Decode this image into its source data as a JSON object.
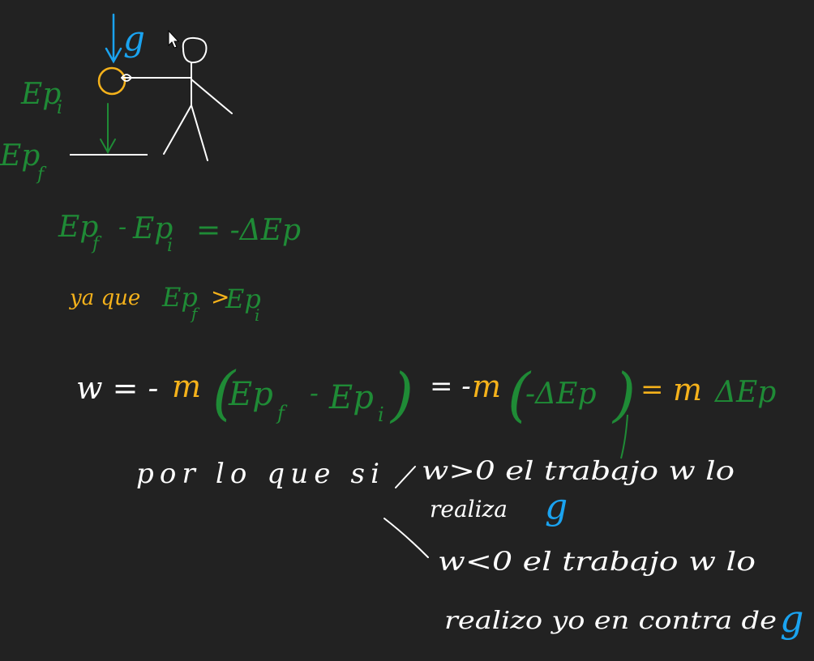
{
  "colors": {
    "background": "#222222",
    "white": "#ffffff",
    "green": "#1f8b36",
    "orange": "#f5b21b",
    "blue": "#1aa3f0"
  },
  "diagram": {
    "gravity_label": "g",
    "ep_initial_label": "Ep",
    "ep_initial_sub": "i",
    "ep_final_label": "Ep",
    "ep_final_sub": "f"
  },
  "eq1": {
    "ep_f": "Ep",
    "ep_f_sub": "f",
    "minus": "-",
    "ep_i": "Ep",
    "ep_i_sub": "i",
    "rhs": "= -ΔEp"
  },
  "eq2": {
    "ya_que": "ya que",
    "ep_f": "Ep",
    "ep_f_sub": "f",
    "gt": ">",
    "ep_i": "Ep",
    "ep_i_sub": "i"
  },
  "eq3": {
    "w_eq": "w = -",
    "m1": "m",
    "open1": "(",
    "ep_f": "Ep",
    "ep_f_sub": "f",
    "minus": "-",
    "ep_i": "Ep",
    "ep_i_sub": "i",
    "close1": ")",
    "eq_minus": "= -",
    "m2": "m",
    "open2": "(",
    "neg_delta": "-ΔEp",
    "close2": ")",
    "eq": "=",
    "m3": "m",
    "delta": "ΔEp"
  },
  "conclusion": {
    "intro": "por lo que si",
    "case1_cond": "w>0 el trabajo w lo",
    "case1_text": "realiza",
    "case1_agent": "g",
    "case2_cond": "w<0 el trabajo w lo",
    "case2_text": "realizo yo en contra de",
    "case2_agent": "g"
  }
}
